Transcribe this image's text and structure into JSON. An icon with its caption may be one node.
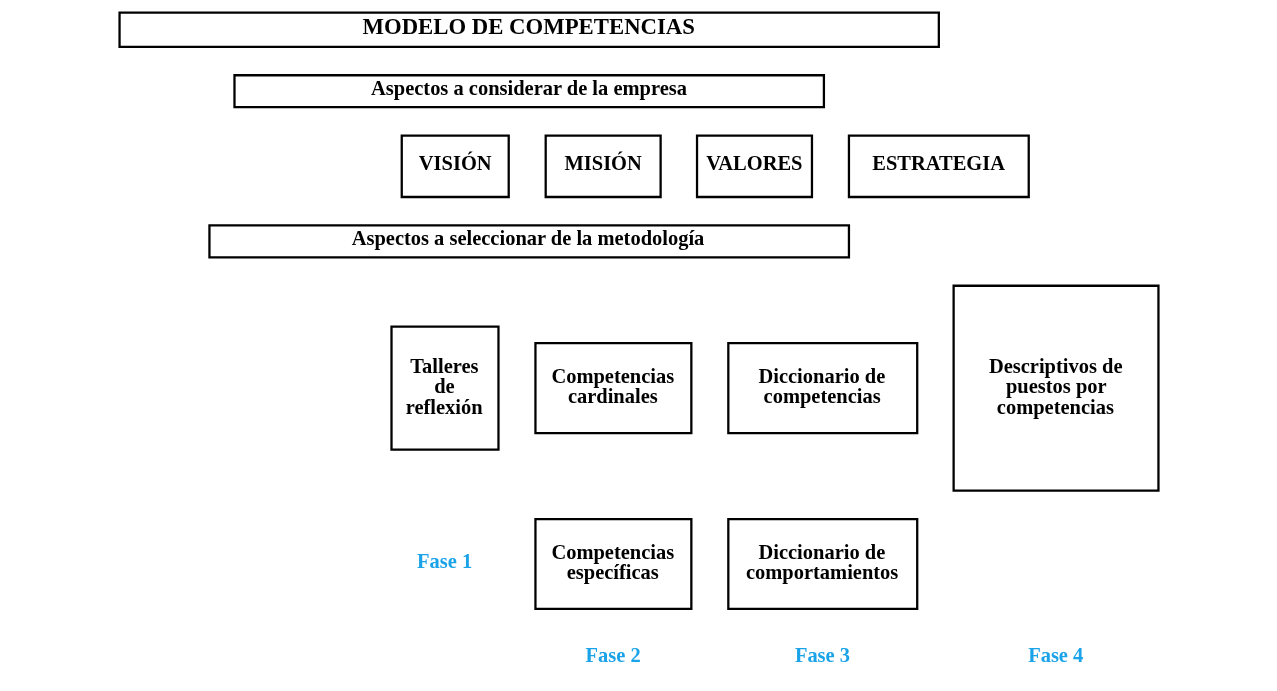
{
  "diagram": {
    "nodes": [
      {
        "text": [
          "MODELO DE COMPETENCIAS"
        ]
      },
      {
        "text": [
          "Aspectos a considerar de la empresa"
        ]
      },
      {
        "text": [
          "VISIÓN"
        ]
      },
      {
        "text": [
          "MISIÓN"
        ]
      },
      {
        "text": [
          "VALORES"
        ]
      },
      {
        "text": [
          "ESTRATEGIA"
        ]
      },
      {
        "text": [
          "Aspectos a seleccionar de la metodología"
        ]
      },
      {
        "text": [
          "Talleres de reflexión"
        ]
      },
      {
        "text": [
          "Competencias cardinales"
        ]
      },
      {
        "text": [
          "Competencias específicas"
        ]
      },
      {
        "text": [
          "Diccionario de competencias"
        ]
      },
      {
        "text": [
          "Diccionario de comportamientos"
        ]
      },
      {
        "text": [
          "Descriptivos de puestos por competencias"
        ]
      }
    ],
    "edges": [],
    "labels": [
      "Fase 1",
      "Fase 2",
      "Fase 3",
      "Fase 4"
    ]
  }
}
